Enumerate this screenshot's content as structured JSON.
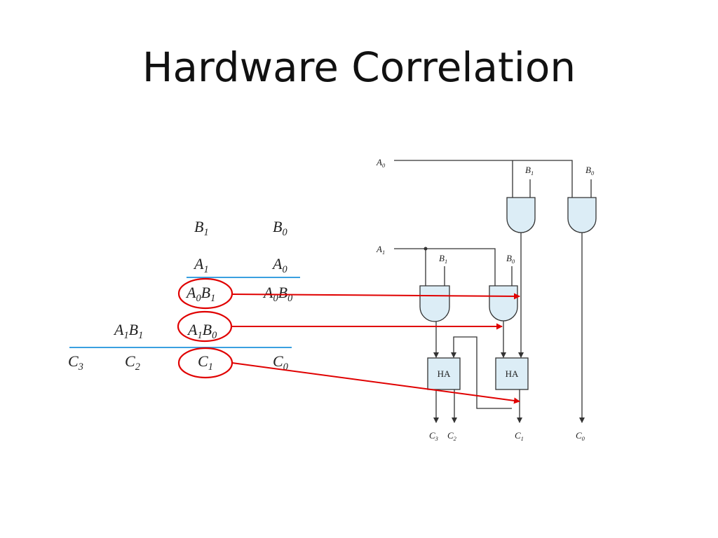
{
  "slide": {
    "title": "Hardware Correlation"
  },
  "colors": {
    "rule": "#3aa0e0",
    "highlight": "#e00000",
    "gate_fill": "#dcedf6",
    "wire": "#333333"
  },
  "multiplication": {
    "row_b": [
      {
        "v": "B",
        "s": "1"
      },
      {
        "v": "B",
        "s": "0"
      }
    ],
    "row_a": [
      {
        "v": "A",
        "s": "1"
      },
      {
        "v": "A",
        "s": "0"
      }
    ],
    "pp0": [
      {
        "v1": "A",
        "s1": "0",
        "v2": "B",
        "s2": "1"
      },
      {
        "v1": "A",
        "s1": "0",
        "v2": "B",
        "s2": "0"
      }
    ],
    "pp1": [
      {
        "v1": "A",
        "s1": "1",
        "v2": "B",
        "s2": "1"
      },
      {
        "v1": "A",
        "s1": "1",
        "v2": "B",
        "s2": "0"
      }
    ],
    "result": [
      {
        "v": "C",
        "s": "3"
      },
      {
        "v": "C",
        "s": "2"
      },
      {
        "v": "C",
        "s": "1"
      },
      {
        "v": "C",
        "s": "0"
      }
    ]
  },
  "circuit": {
    "inputs": {
      "a0": {
        "v": "A",
        "s": "0"
      },
      "a1": {
        "v": "A",
        "s": "1"
      },
      "b1_top": {
        "v": "B",
        "s": "1"
      },
      "b0_top": {
        "v": "B",
        "s": "0"
      },
      "b1_mid": {
        "v": "B",
        "s": "1"
      },
      "b0_mid": {
        "v": "B",
        "s": "0"
      }
    },
    "half_adders": [
      "HA",
      "HA"
    ],
    "outputs": [
      {
        "v": "C",
        "s": "3"
      },
      {
        "v": "C",
        "s": "2"
      },
      {
        "v": "C",
        "s": "1"
      },
      {
        "v": "C",
        "s": "0"
      }
    ]
  }
}
